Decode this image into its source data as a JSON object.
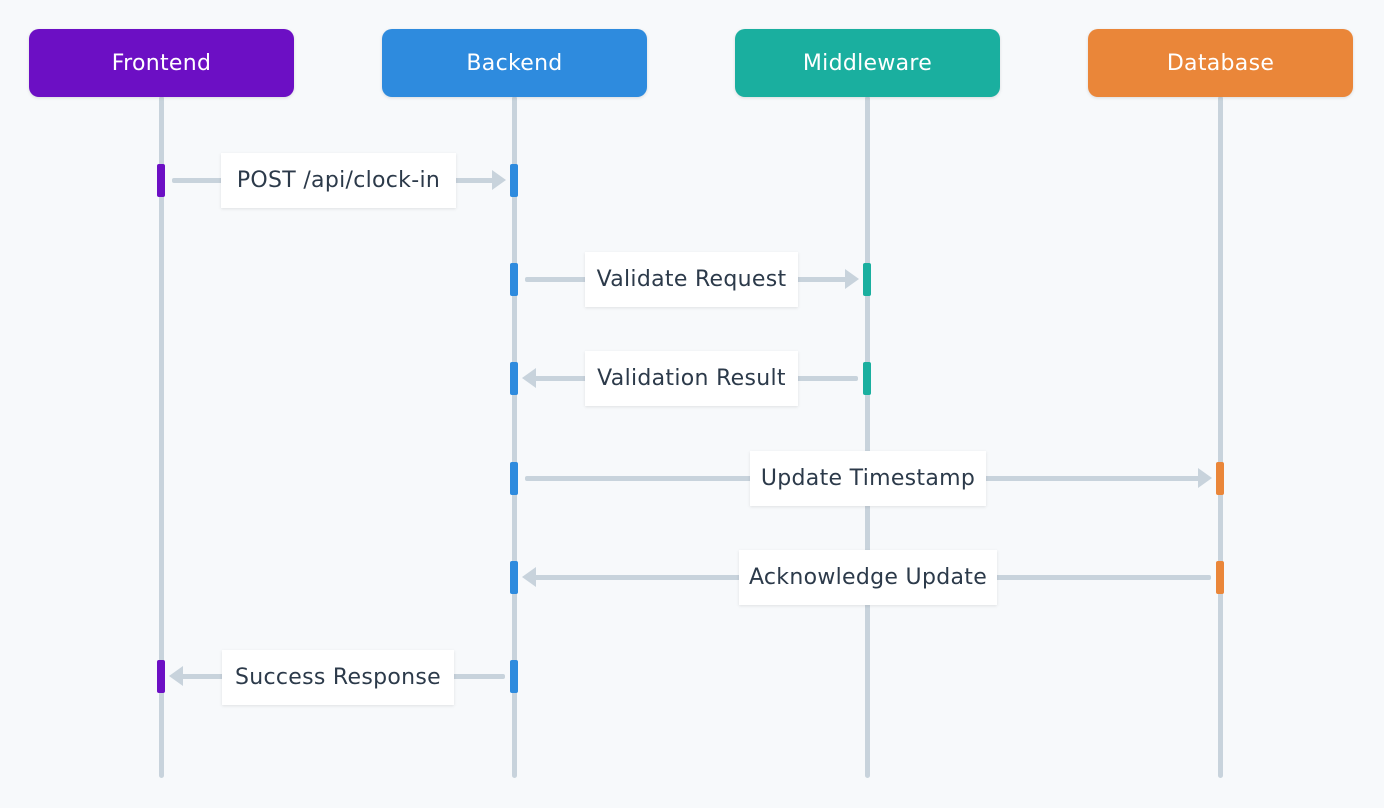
{
  "actors": [
    {
      "label": "Frontend",
      "color": "#6c0fc4"
    },
    {
      "label": "Backend",
      "color": "#2e8bde"
    },
    {
      "label": "Middleware",
      "color": "#1aaf9f"
    },
    {
      "label": "Database",
      "color": "#ea8639"
    }
  ],
  "messages": [
    {
      "label": "POST /api/clock-in",
      "from": "Frontend",
      "to": "Backend"
    },
    {
      "label": "Validate Request",
      "from": "Backend",
      "to": "Middleware"
    },
    {
      "label": "Validation Result",
      "from": "Middleware",
      "to": "Backend"
    },
    {
      "label": "Update Timestamp",
      "from": "Backend",
      "to": "Database"
    },
    {
      "label": "Acknowledge Update",
      "from": "Database",
      "to": "Backend"
    },
    {
      "label": "Success Response",
      "from": "Backend",
      "to": "Frontend"
    }
  ],
  "colors": {
    "line": "#c8d3dc",
    "label_text": "#2c3a4a",
    "background": "#f7f9fb"
  }
}
